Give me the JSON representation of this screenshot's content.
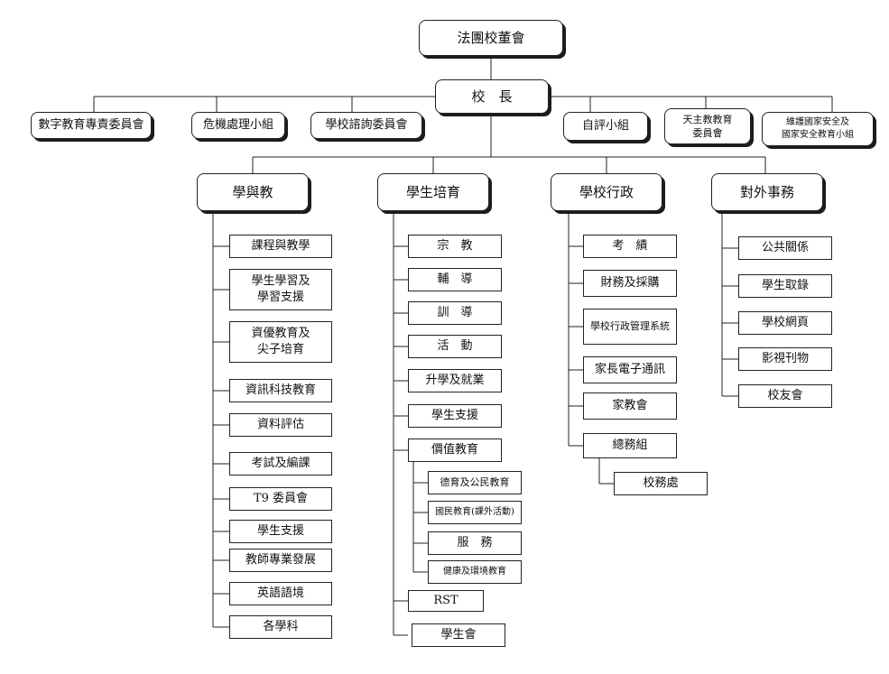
{
  "top": {
    "board": "法團校董會",
    "principal": "校　長"
  },
  "committees_left": [
    "數字教育專責委員會",
    "危機處理小組",
    "學校諮詢委員會"
  ],
  "committees_right": [
    "自評小組",
    "天主教教育\n委員會",
    "維護國家安全及\n國家安全教育小組"
  ],
  "divisions": [
    {
      "title": "學與教",
      "items": [
        "課程與教學",
        "學生學習及\n學習支援",
        "資優教育及\n尖子培育",
        "資訊科技教育",
        "資料評估",
        "考試及編課",
        "T9 委員會",
        "學生支援",
        "教師專業發展",
        "英語語境",
        "各學科"
      ]
    },
    {
      "title": "學生培育",
      "items": [
        "宗　教",
        "輔　導",
        "訓　導",
        "活　動",
        "升學及就業",
        "學生支援",
        "價值教育",
        "RST",
        "學生會"
      ],
      "value_education_sub": [
        "德育及公民教育",
        "國民教育(課外活動)",
        "服　務",
        "健康及環境教育"
      ]
    },
    {
      "title": "學校行政",
      "items": [
        "考　績",
        "財務及採購",
        "學校行政管理系統",
        "家長電子通訊",
        "家教會",
        "總務組"
      ],
      "general_affairs_sub": [
        "校務處"
      ]
    },
    {
      "title": "對外事務",
      "items": [
        "公共關係",
        "學生取錄",
        "學校網頁",
        "影視刊物",
        "校友會"
      ]
    }
  ]
}
